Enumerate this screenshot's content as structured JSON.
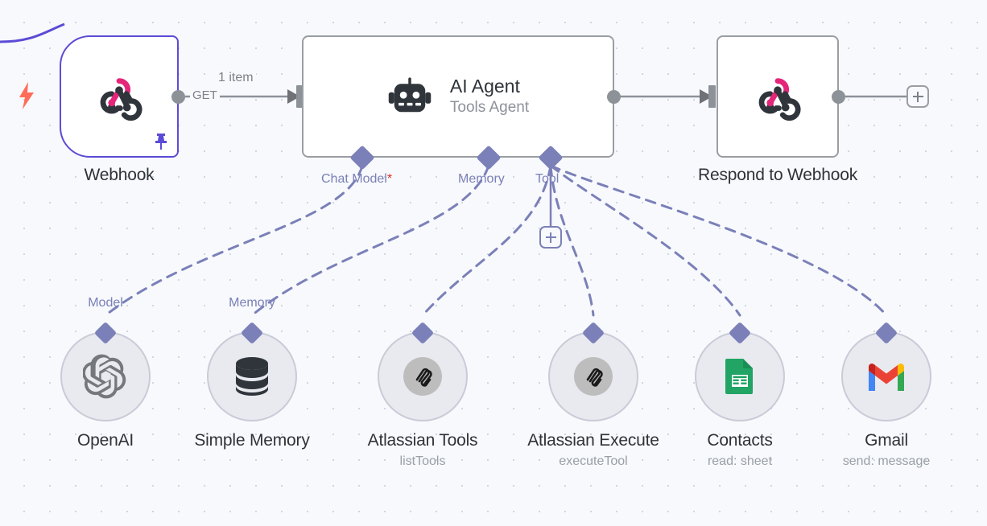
{
  "canvas": {
    "background": "#f7f9fc",
    "accent_purple": "#5b4bd6",
    "connector_purple": "#7b80b8",
    "node_border_gray": "#9a9ea3",
    "trigger_bolt_color": "#ff6d5a"
  },
  "nodes": {
    "webhook": {
      "title": "Webhook",
      "icon": "webhook-icon",
      "pinned": true,
      "trigger": true
    },
    "ai_agent": {
      "title": "AI Agent",
      "subtitle": "Tools Agent",
      "icon": "robot-icon",
      "ports": [
        {
          "label": "Chat Model",
          "required": true,
          "required_marker": "*",
          "name": "chat-model"
        },
        {
          "label": "Memory",
          "required": false,
          "required_marker": "",
          "name": "memory"
        },
        {
          "label": "Tool",
          "required": false,
          "required_marker": "",
          "name": "tool"
        }
      ]
    },
    "respond": {
      "title": "Respond to Webhook",
      "icon": "webhook-icon"
    }
  },
  "connections": {
    "webhook_to_agent": {
      "items_label": "1 item",
      "method_label": "GET"
    },
    "add_node_label": "+",
    "tool_add_label": "+"
  },
  "subnodes": [
    {
      "title": "OpenAI",
      "subtitle": "",
      "port_label": "Model",
      "icon": "openai-icon",
      "name": "openai"
    },
    {
      "title": "Simple Memory",
      "subtitle": "",
      "port_label": "Memory",
      "icon": "database-icon",
      "name": "simple-memory"
    },
    {
      "title": "Atlassian Tools",
      "subtitle": "listTools",
      "port_label": "",
      "icon": "atlassian-tool-icon",
      "name": "atlassian-tools"
    },
    {
      "title": "Atlassian Execute",
      "subtitle": "executeTool",
      "port_label": "",
      "icon": "atlassian-tool-icon",
      "name": "atlassian-execute"
    },
    {
      "title": "Contacts",
      "subtitle": "read: sheet",
      "port_label": "",
      "icon": "google-sheets-icon",
      "name": "contacts"
    },
    {
      "title": "Gmail",
      "subtitle": "send: message",
      "port_label": "",
      "icon": "gmail-icon",
      "name": "gmail"
    }
  ]
}
